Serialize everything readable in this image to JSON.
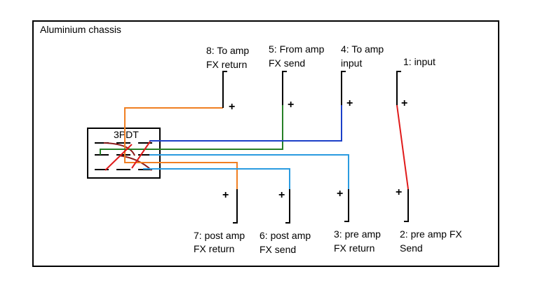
{
  "chassis": {
    "label": "Aluminium chassis"
  },
  "switch": {
    "label": "3PDT"
  },
  "jacks": [
    {
      "id": "j8",
      "lines": [
        "8: To amp",
        "FX return"
      ],
      "sign": "+"
    },
    {
      "id": "j5",
      "lines": [
        "5: From amp",
        "FX send"
      ],
      "sign": "+"
    },
    {
      "id": "j4",
      "lines": [
        "4: To amp",
        "input"
      ],
      "sign": "+"
    },
    {
      "id": "j1",
      "lines": [
        "1: input"
      ],
      "sign": "+"
    },
    {
      "id": "j7",
      "lines": [
        "7: post amp",
        "FX return"
      ],
      "sign": "+"
    },
    {
      "id": "j6",
      "lines": [
        "6: post amp",
        "FX send"
      ],
      "sign": "+"
    },
    {
      "id": "j3",
      "lines": [
        "3: pre amp",
        "FX return"
      ],
      "sign": "+"
    },
    {
      "id": "j2",
      "lines": [
        "2: pre amp FX",
        "Send"
      ],
      "sign": "+"
    }
  ],
  "colors": {
    "outline": "#000000",
    "orange": "#f07f22",
    "green": "#267f26",
    "blue": "#1b3fc8",
    "light_blue": "#2a9be0",
    "red": "#e01b1b",
    "dark_red": "#8b1a1a"
  }
}
